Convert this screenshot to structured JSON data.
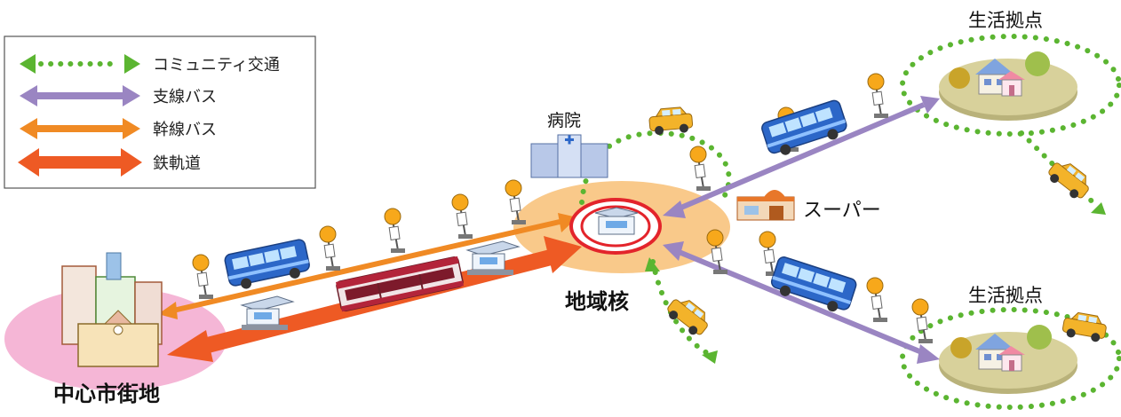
{
  "legend": {
    "items": [
      {
        "label": "コミュニティ交通",
        "color": "#5bb531",
        "style": "dotted"
      },
      {
        "label": "支線バス",
        "color": "#9a85c2",
        "style": "solid"
      },
      {
        "label": "幹線バス",
        "color": "#f08a24",
        "style": "solid"
      },
      {
        "label": "鉄軌道",
        "color": "#ee5a24",
        "style": "bold"
      }
    ]
  },
  "places": {
    "city_center": "中心市街地",
    "regional_hub": "地域核",
    "hospital": "病院",
    "supermarket": "スーパー",
    "life_base_top": "生活拠点",
    "life_base_bottom": "生活拠点"
  },
  "colors": {
    "community": "#5bb531",
    "branch_bus": "#9a85c2",
    "trunk_bus": "#f08a24",
    "rail": "#ee5a24",
    "hub_zone": "#f9c98a",
    "city_zone": "#f5b6d6",
    "base_ground": "#d8d19b",
    "bus_blue": "#2c67c8",
    "train_red": "#b3243a",
    "taxi_yellow": "#f3b32a"
  },
  "icons": [
    "bus-stop-icon",
    "bus-icon",
    "train-icon",
    "taxi-icon",
    "station-icon",
    "hospital-icon",
    "supermarket-icon",
    "house-icon",
    "building-icon"
  ]
}
